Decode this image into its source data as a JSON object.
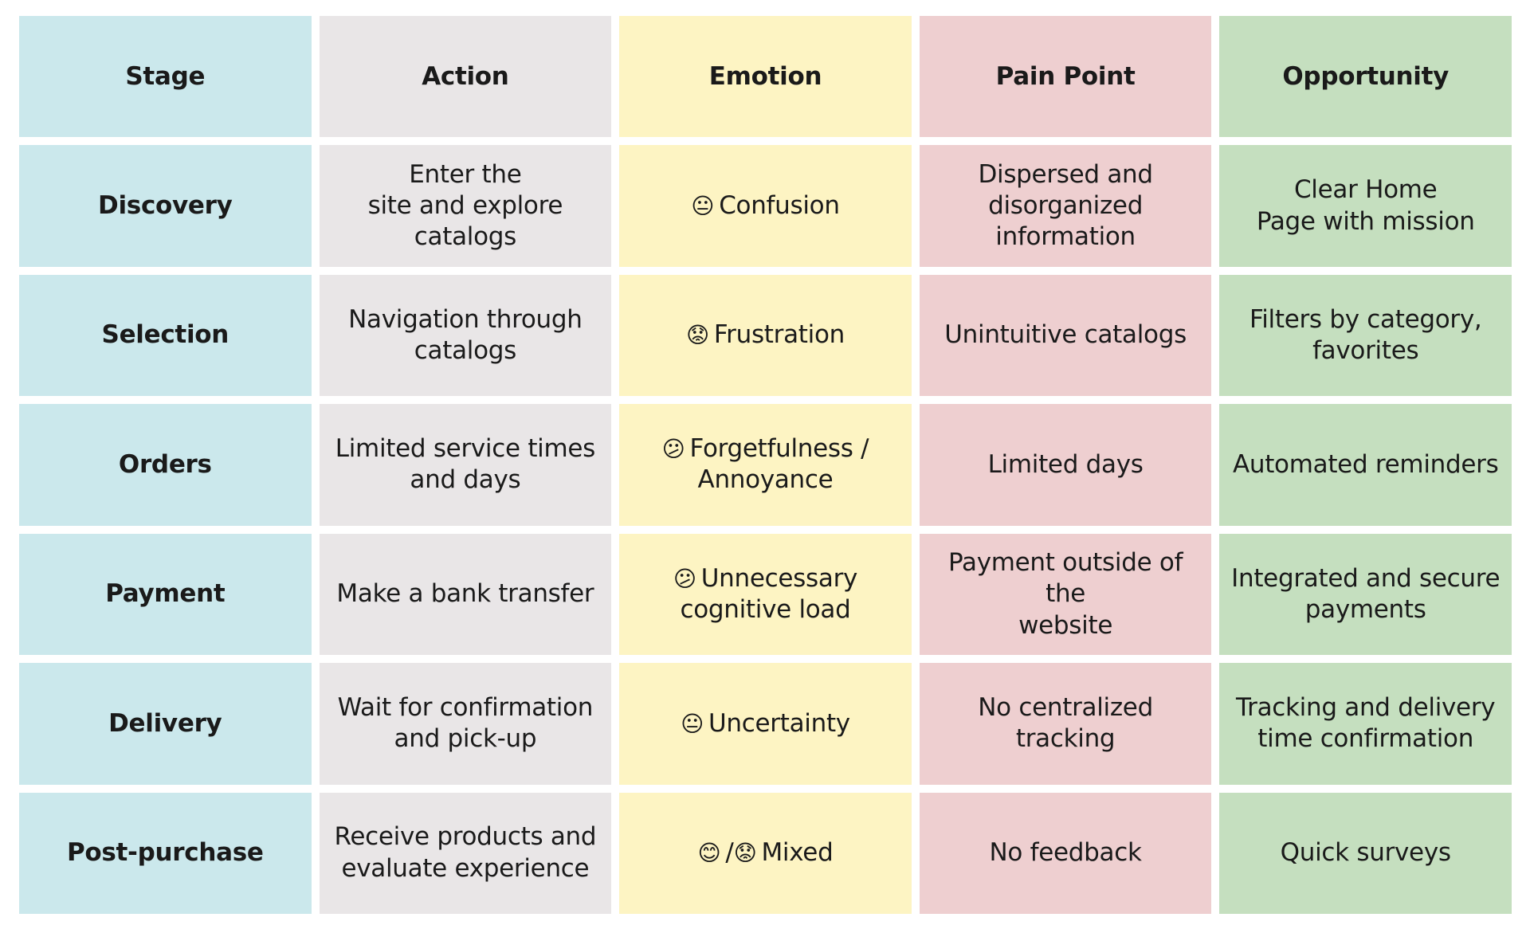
{
  "headers": {
    "stage": "Stage",
    "action": "Action",
    "emotion": "Emotion",
    "pain_point": "Pain Point",
    "opportunity": "Opportunity"
  },
  "column_colors": {
    "stage": "#cbe8ec",
    "action": "#e9e6e7",
    "emotion": "#fdf4c3",
    "pain_point": "#eecfd0",
    "opportunity": "#c5dfbf"
  },
  "rows": [
    {
      "stage": "Discovery",
      "action": "Enter the\nsite and explore catalogs",
      "emotion_icon": "😐",
      "emotion_icon_name": "neutral-face-icon",
      "emotion": "Confusion",
      "pain_point": "Dispersed and\ndisorganized\ninformation",
      "opportunity": "Clear Home\nPage with mission"
    },
    {
      "stage": "Selection",
      "action": "Navigation through\ncatalogs",
      "emotion_icon": "😟",
      "emotion_icon_name": "worried-face-icon",
      "emotion": "Frustration",
      "pain_point": "Unintuitive catalogs",
      "opportunity": "Filters by category,\nfavorites"
    },
    {
      "stage": "Orders",
      "action": "Limited service times\nand days",
      "emotion_icon": "😕",
      "emotion_icon_name": "confused-face-icon",
      "emotion": "Forgetfulness /\nAnnoyance",
      "pain_point": "Limited days",
      "opportunity": "Automated reminders"
    },
    {
      "stage": "Payment",
      "action": "Make a bank transfer",
      "emotion_icon": "😕",
      "emotion_icon_name": "confused-face-icon",
      "emotion": "Unnecessary\ncognitive load",
      "pain_point": "Payment outside of the\nwebsite",
      "opportunity": "Integrated and secure\npayments"
    },
    {
      "stage": "Delivery",
      "action": "Wait for confirmation\nand pick-up",
      "emotion_icon": "😐",
      "emotion_icon_name": "neutral-face-icon",
      "emotion": "Uncertainty",
      "pain_point": "No centralized tracking",
      "opportunity": "Tracking and delivery\ntime confirmation"
    },
    {
      "stage": "Post-purchase",
      "action": "Receive products and\nevaluate experience",
      "emotion_icon": "😊",
      "emotion_icon_name": "smiling-face-icon",
      "emotion_icon_2": "😟",
      "emotion_icon_2_name": "worried-face-icon",
      "emotion_separator": "/",
      "emotion": "Mixed",
      "pain_point": "No feedback",
      "opportunity": "Quick surveys"
    }
  ]
}
